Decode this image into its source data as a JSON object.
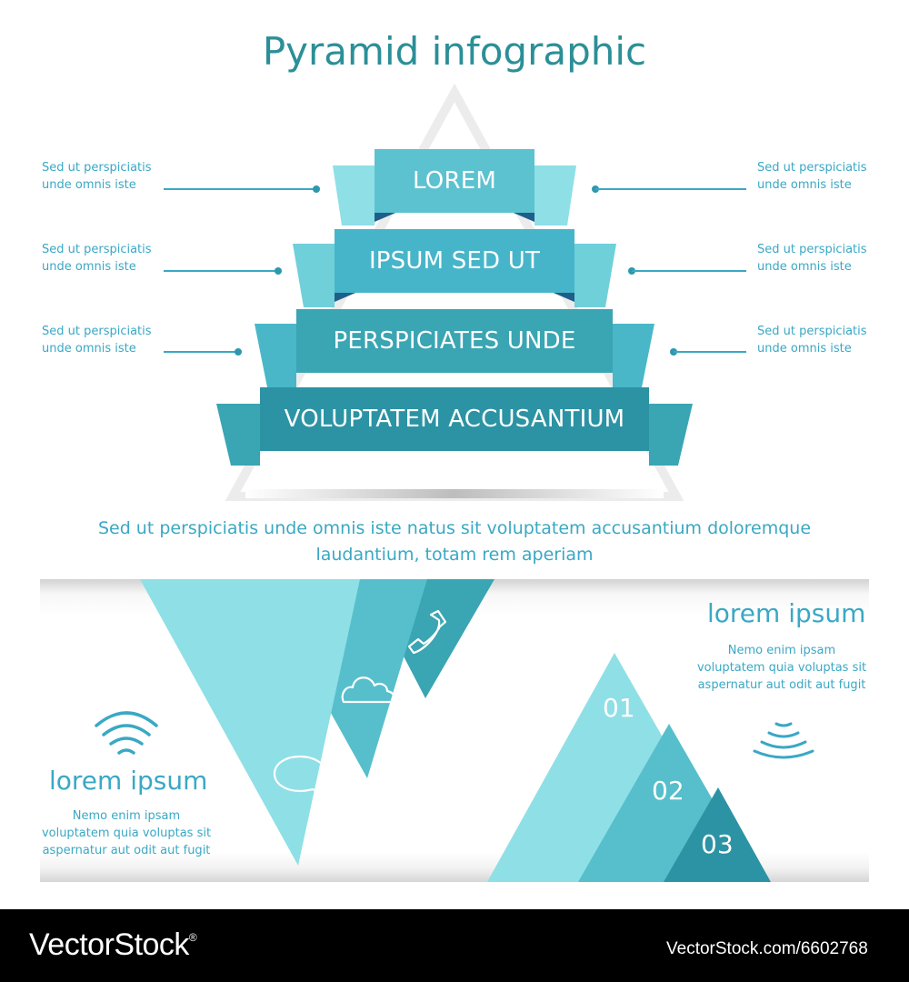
{
  "header": {
    "title": "Pyramid infographic"
  },
  "pyramid": {
    "tiers": [
      {
        "label": "LOREM",
        "color": "#5cc2d0"
      },
      {
        "label": "IPSUM SED UT",
        "color": "#47b5c9"
      },
      {
        "label": "PERSPICIATES UNDE",
        "color": "#3aa5b3"
      },
      {
        "label": "VOLUPTATEM ACCUSANTIUM",
        "color": "#2b93a4"
      }
    ],
    "left_notes": [
      {
        "line1": "Sed ut perspiciatis",
        "line2": "unde omnis iste"
      },
      {
        "line1": "Sed ut perspiciatis",
        "line2": "unde omnis iste"
      },
      {
        "line1": "Sed ut perspiciatis",
        "line2": "unde omnis iste"
      }
    ],
    "right_notes": [
      {
        "line1": "Sed ut perspiciatis",
        "line2": "unde omnis iste"
      },
      {
        "line1": "Sed ut perspiciatis",
        "line2": "unde omnis iste"
      },
      {
        "line1": "Sed ut perspiciatis",
        "line2": "unde omnis iste"
      }
    ]
  },
  "caption": {
    "line1": "Sed ut perspiciatis unde omnis iste natus sit voluptatem accusantium doloremque",
    "line2": "laudantium, totam rem aperiam"
  },
  "lower_left": {
    "heading": "lorem ipsum",
    "body_line1": "Nemo enim ipsam",
    "body_line2": "voluptatem quia voluptas sit",
    "body_line3": "aspernatur aut odit aut fugit",
    "icons": [
      "wifi-icon",
      "speech-bubble-icon",
      "cloud-icon",
      "phone-icon"
    ]
  },
  "lower_right": {
    "heading": "lorem ipsum",
    "body_line1": "Nemo enim ipsam",
    "body_line2": "voluptatem quia voluptas sit",
    "body_line3": "aspernatur aut odit aut fugit",
    "steps": [
      "01",
      "02",
      "03"
    ],
    "icons": [
      "signal-icon"
    ]
  },
  "footer": {
    "brand": "VectorStock",
    "brand_mark": "®",
    "url": "VectorStock.com/6602768"
  },
  "colors": {
    "accent": "#3aa8c4",
    "title": "#2b8f97",
    "light_teal": "#8fdfe6",
    "teal": "#5cc2d0",
    "dark_teal": "#2b93a4"
  }
}
